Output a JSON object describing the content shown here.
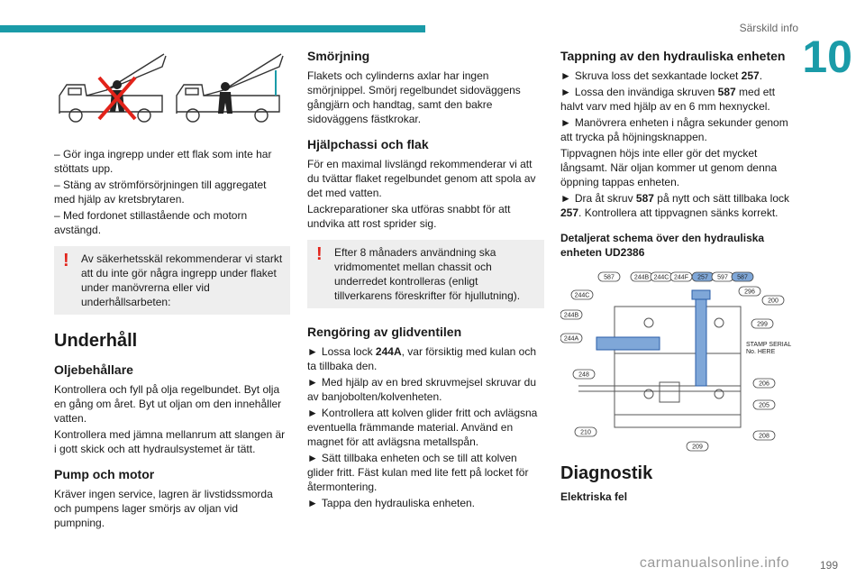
{
  "header": {
    "section": "Särskild info",
    "chapter_number": "10"
  },
  "col1": {
    "bullets": [
      "– Gör inga ingrepp under ett flak som inte har stöttats upp.",
      "– Stäng av strömförsörjningen till aggregatet med hjälp av kretsbrytaren.",
      "– Med fordonet stillastående och motorn avstängd."
    ],
    "warning": "Av säkerhetsskäl rekommenderar vi starkt att du inte gör några ingrepp under flaket under manövrerna eller vid underhållsarbeten:",
    "title": "Underhåll",
    "oil_heading": "Oljebehållare",
    "oil_paragraphs": [
      "Kontrollera och fyll på olja regelbundet. Byt olja en gång om året. Byt ut oljan om den innehåller vatten.",
      "Kontrollera med jämna mellanrum att slangen är i gott skick och att hydraulsystemet är tätt."
    ],
    "pump_heading": "Pump och motor",
    "pump_text": "Kräver ingen service, lagren är livstidssmorda och pumpens lager smörjs av oljan vid pumpning."
  },
  "col2": {
    "lube_heading": "Smörjning",
    "lube_text": "Flakets och cylinderns axlar har ingen smörjnippel. Smörj regelbundet sidoväggens gångjärn och handtag, samt den bakre sidoväggens fästkrokar.",
    "chassis_heading": "Hjälpchassi och flak",
    "chassis_paragraphs": [
      "För en maximal livslängd rekommenderar vi att du tvättar flaket regelbundet genom att spola av det med vatten.",
      "Lackreparationer ska utföras snabbt för att undvika att rost sprider sig."
    ],
    "warning": "Efter 8 månaders användning ska vridmomentet mellan chassit och underredet kontrolleras (enligt tillverkarens föreskrifter för hjullutning).",
    "valve_heading": "Rengöring av glidventilen",
    "valve_steps": [
      {
        "pre": "Lossa lock ",
        "bold": "244A",
        "post": ", var försiktig med kulan och ta tillbaka den."
      },
      {
        "pre": "Med hjälp av en bred skruvmejsel skruvar du av banjobolten/kolvenheten.",
        "bold": "",
        "post": ""
      },
      {
        "pre": "Kontrollera att kolven glider fritt och avlägsna eventuella främmande material. Använd en magnet för att avlägsna metallspån.",
        "bold": "",
        "post": ""
      },
      {
        "pre": "Sätt tillbaka enheten och se till att kolven glider fritt. Fäst kulan med lite fett på locket för återmontering.",
        "bold": "",
        "post": ""
      },
      {
        "pre": "Tappa den hydrauliska enheten.",
        "bold": "",
        "post": ""
      }
    ]
  },
  "col3": {
    "drain_heading": "Tappning av den hydrauliska enheten",
    "drain_steps": [
      {
        "arrow": "►",
        "pre": "Skruva loss det sexkantade locket ",
        "bold": "257",
        "post": "."
      },
      {
        "arrow": "►",
        "pre": "Lossa den invändiga skruven ",
        "bold": "587",
        "post": " med ett halvt varv med hjälp av en 6 mm hexnyckel."
      },
      {
        "arrow": "►",
        "pre": "Manövrera enheten i några sekunder genom att trycka på höjningsknappen.",
        "bold": "",
        "post": ""
      },
      {
        "arrow": "",
        "pre": "Tippvagnen höjs inte eller gör det mycket långsamt. När oljan kommer ut genom denna öppning tappas enheten.",
        "bold": "",
        "post": ""
      },
      {
        "arrow": "►",
        "pre": "Dra åt skruv ",
        "bold": "587",
        "post": " på nytt och sätt tillbaka lock "
      },
      {
        "arrow": "",
        "pre": "",
        "bold": "257",
        "post": ". Kontrollera att tippvagnen sänks korrekt."
      }
    ],
    "schema_heading": "Detaljerat schema över den hydrauliska enheten UD2386",
    "schema_labels": [
      "587",
      "244B",
      "244C",
      "244F",
      "257",
      "597",
      "587",
      "296",
      "200",
      "244C",
      "244B",
      "244A",
      "299",
      "248",
      "206",
      "205",
      "210",
      "209",
      "208"
    ],
    "schema_text": [
      "STAMP SERIAL",
      "No. HERE"
    ],
    "diag_title": "Diagnostik",
    "diag_sub": "Elektriska fel"
  },
  "arrow_symbol": "►",
  "footer": {
    "page": "199",
    "watermark": "carmanualsonline.info"
  }
}
